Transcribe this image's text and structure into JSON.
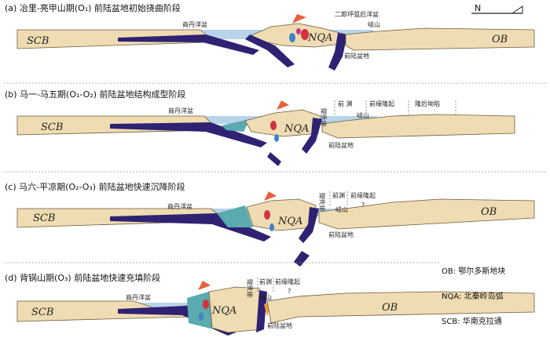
{
  "north": "N",
  "panels": [
    {
      "heading": "(a) 冶里-亮甲山期(O₁) 前陆盆地初始挠曲阶段",
      "scb": "SCB",
      "nqa": "NQA",
      "ob": "OB",
      "ocean": "商丹洋盆",
      "back_arc": "二郎坪弧后洋盆",
      "qishan": "岐山",
      "foreland": "前陆盆地"
    },
    {
      "heading": "(b) 马一-马五期(O₁-O₂) 前陆盆地结构成型阶段",
      "scb": "SCB",
      "nqa": "NQA",
      "ocean": "商丹洋盆",
      "zone_wedge": "褶冲带",
      "zone_deep": "前 渊",
      "zone_bulge": "前缘隆起",
      "zone_backbulge": "隆后坳陷",
      "qishan": "岐山",
      "foreland": "前陆盆地"
    },
    {
      "heading": "(c) 马六-平凉期(O₂-O₃) 前陆盆地快速沉降阶段",
      "scb": "SCB",
      "nqa": "NQA",
      "ob": "OB",
      "ocean": "商丹洋盆",
      "zone_wedge": "褶冲带",
      "zone_deep": "前渊",
      "zone_bulge": "前缘隆起",
      "question": "?",
      "qishan": "岐山",
      "foreland": "前陆盆地"
    },
    {
      "heading": "(d) 背锅山期(O₃) 前陆盆地快速充填阶段",
      "scb": "SCB",
      "nqa": "NQA",
      "ob": "OB",
      "ocean": "商丹洋盆",
      "zone_wedge": "褶冲带",
      "zone_deep": "前渊",
      "zone_bulge": "前缘隆起",
      "question": "?",
      "qishan": "岐山",
      "foreland": "前陆盆地"
    }
  ],
  "legend": [
    "OB: 鄂尔多斯地块",
    "NQA: 北秦岭岛弧",
    "SCB: 华南克拉通"
  ],
  "colors": {
    "crust": "#efdcb2",
    "crust_edge": "#6d5a3c",
    "slab": "#2f2272",
    "water": "#b8d3ea",
    "teal": "#5aaab0",
    "volcano": "#e8613c",
    "magma_red": "#d4313f",
    "magma_blue": "#3c84c8",
    "magma_pink": "#c23a8a"
  }
}
